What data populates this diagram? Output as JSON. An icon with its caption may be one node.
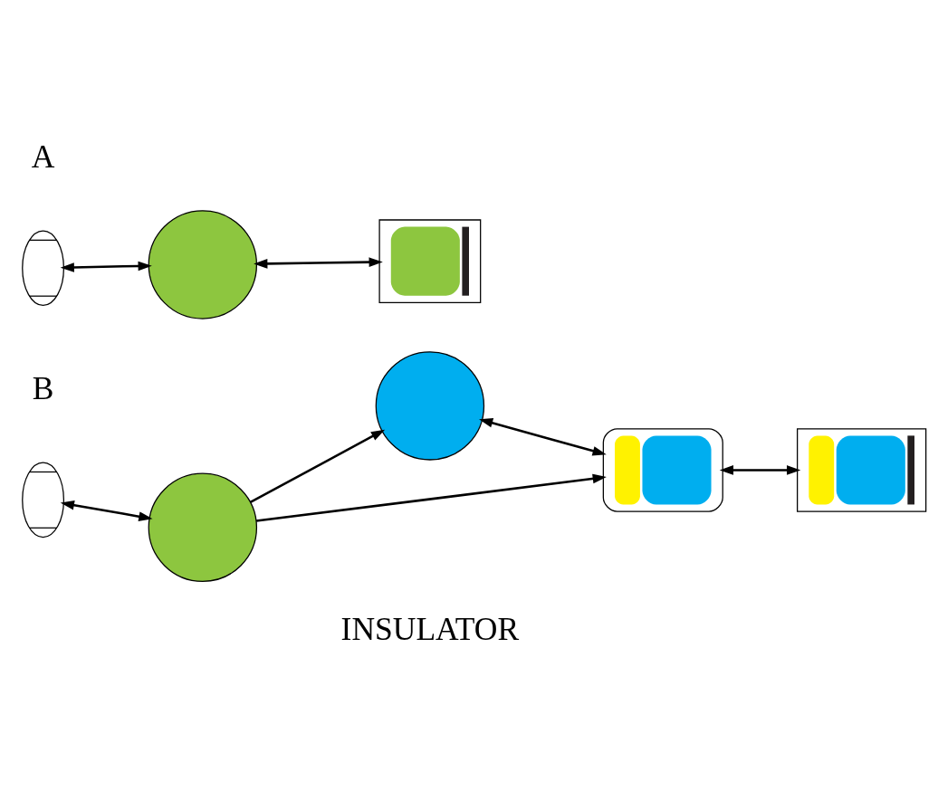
{
  "diagram": {
    "nodes": [
      {
        "text": [],
        "shape": "ellipse"
      },
      {
        "text": [],
        "shape": "circle"
      },
      {
        "text": [],
        "shape": "picture"
      },
      {
        "text": [],
        "shape": "ellipse"
      },
      {
        "text": [],
        "shape": "circle"
      },
      {
        "text": [],
        "shape": "circle"
      },
      {
        "text": [],
        "shape": "picture"
      },
      {
        "text": [],
        "shape": "picture"
      }
    ],
    "edges": [
      {
        "from": 0,
        "to": 1,
        "arrow": "both"
      },
      {
        "from": 1,
        "to": 2,
        "arrow": "both"
      },
      {
        "from": 3,
        "to": 4,
        "arrow": "both"
      },
      {
        "from": 4,
        "to": 5,
        "arrow": "to"
      },
      {
        "from": 4,
        "to": 6,
        "arrow": "to"
      },
      {
        "from": 5,
        "to": 6,
        "arrow": "both"
      },
      {
        "from": 6,
        "to": 7,
        "arrow": "both"
      }
    ],
    "labels": [
      "A",
      "B",
      "INSULATOR"
    ]
  }
}
